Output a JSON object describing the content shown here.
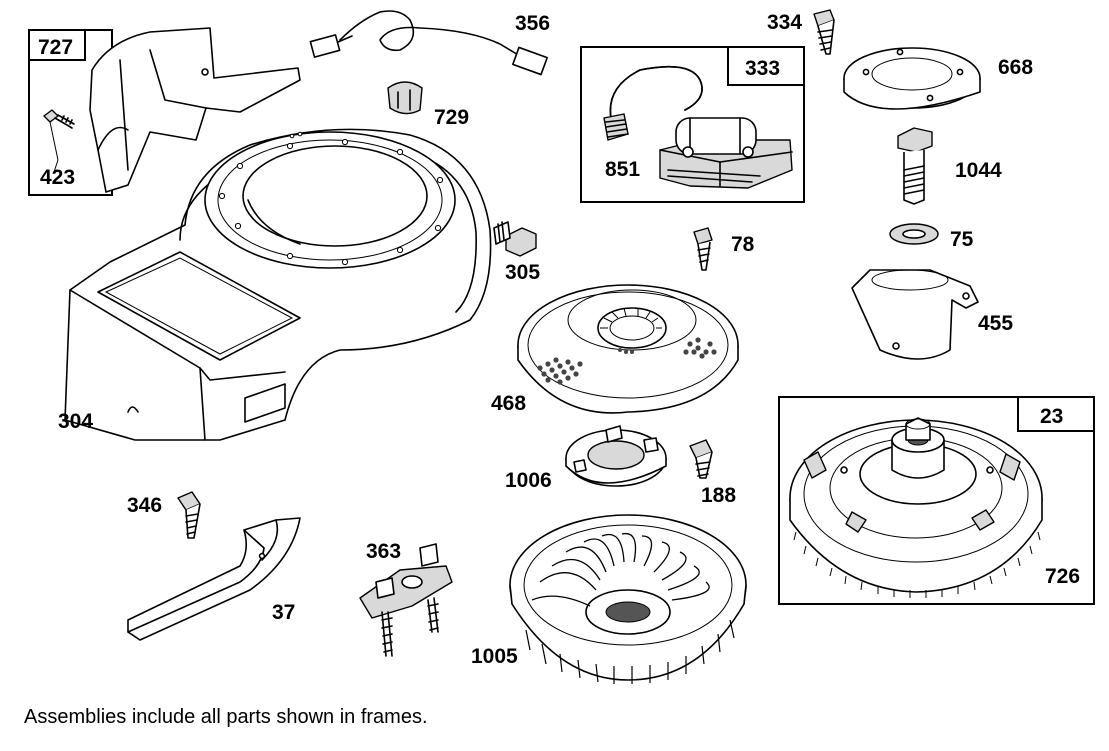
{
  "parts": {
    "p727": "727",
    "p423": "423",
    "p356": "356",
    "p729": "729",
    "p334": "334",
    "p668": "668",
    "p333": "333",
    "p851": "851",
    "p1044": "1044",
    "p305": "305",
    "p78": "78",
    "p75": "75",
    "p455": "455",
    "p304": "304",
    "p468": "468",
    "p23": "23",
    "p1006": "1006",
    "p188": "188",
    "p346": "346",
    "p363": "363",
    "p37": "37",
    "p1005": "1005",
    "p726": "726"
  },
  "footer": {
    "note": "Assemblies include all parts shown in frames."
  }
}
